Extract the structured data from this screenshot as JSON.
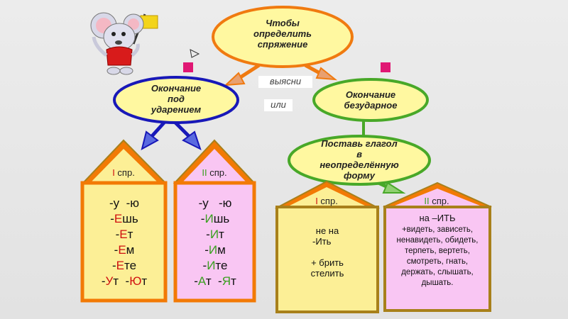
{
  "top_ellipse": [
    "Чтобы",
    "определить",
    "спряжение"
  ],
  "note_find": "выясни",
  "note_or": "или",
  "left_ellipse": [
    "Окончание",
    "под",
    "ударением"
  ],
  "right_ellipse": [
    "Окончание",
    "безударное"
  ],
  "green_ellipse": [
    "Поставь глагол",
    "в",
    "неопределённую",
    "форму"
  ],
  "houses": {
    "h1": {
      "roof_roman": "I",
      "roof_suffix": " спр.",
      "rows": [
        {
          "a": "-у  -ю",
          "b": "",
          "c": ""
        },
        {
          "a": "-",
          "b": "Е",
          "c": "шь"
        },
        {
          "a": "-",
          "b": "Е",
          "c": "т"
        },
        {
          "a": "-",
          "b": "Е",
          "c": "м"
        },
        {
          "a": "-",
          "b": "Е",
          "c": "те"
        },
        {
          "a": "-",
          "b": "У",
          "c": "т  -",
          "d": "Ю",
          "e": "т"
        }
      ]
    },
    "h2": {
      "roof_roman": "II",
      "roof_suffix": "  спр.",
      "rows": [
        {
          "a": "-у   -ю",
          "b": "",
          "c": ""
        },
        {
          "a": "-",
          "b": "И",
          "c": "шь"
        },
        {
          "a": "-",
          "b": "И",
          "c": "т"
        },
        {
          "a": "-",
          "b": "И",
          "c": "м"
        },
        {
          "a": "-",
          "b": "И",
          "c": "те"
        },
        {
          "a": "-",
          "b": "А",
          "c": "т  -",
          "d": "Я",
          "e": "т"
        }
      ]
    },
    "h3": {
      "roof_roman": "I",
      "roof_suffix": " спр.",
      "lines": [
        "не на",
        "-Ить",
        "",
        "+ брить",
        "стелить"
      ]
    },
    "h4": {
      "roof_roman": "II",
      "roof_suffix": " спр.",
      "lines": [
        "на –ИТЬ",
        "+видеть, зависеть,",
        "ненавидеть, обидеть,",
        "терпеть, вертеть,",
        "смотреть, гнать,",
        "держать, слышать,",
        "дышать."
      ]
    }
  },
  "colors": {
    "house_yellow": "#fcef96",
    "house_pink": "#f9c6f3",
    "roof_orange": "#f27a05",
    "outline_brown": "#a8801a",
    "ellipse_blue": "#1818b8",
    "ellipse_orange": "#f07a10",
    "ellipse_green": "#48a828",
    "magenta_square": "#e01874"
  }
}
